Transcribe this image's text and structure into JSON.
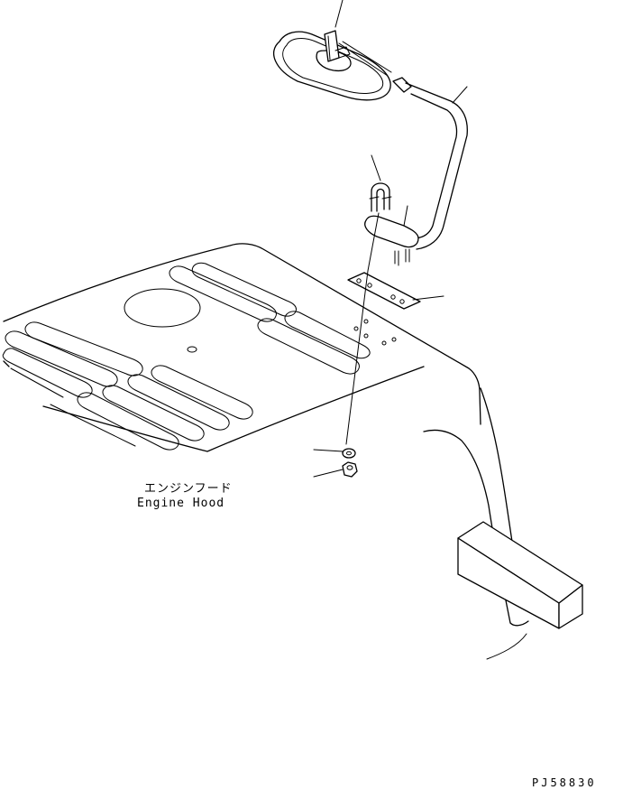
{
  "labels": {
    "part_name_jp": "エンジンフード",
    "part_name_en": "Engine Hood",
    "drawing_code": "PJ58830"
  },
  "colors": {
    "line": "#000000",
    "background": "#ffffff"
  }
}
